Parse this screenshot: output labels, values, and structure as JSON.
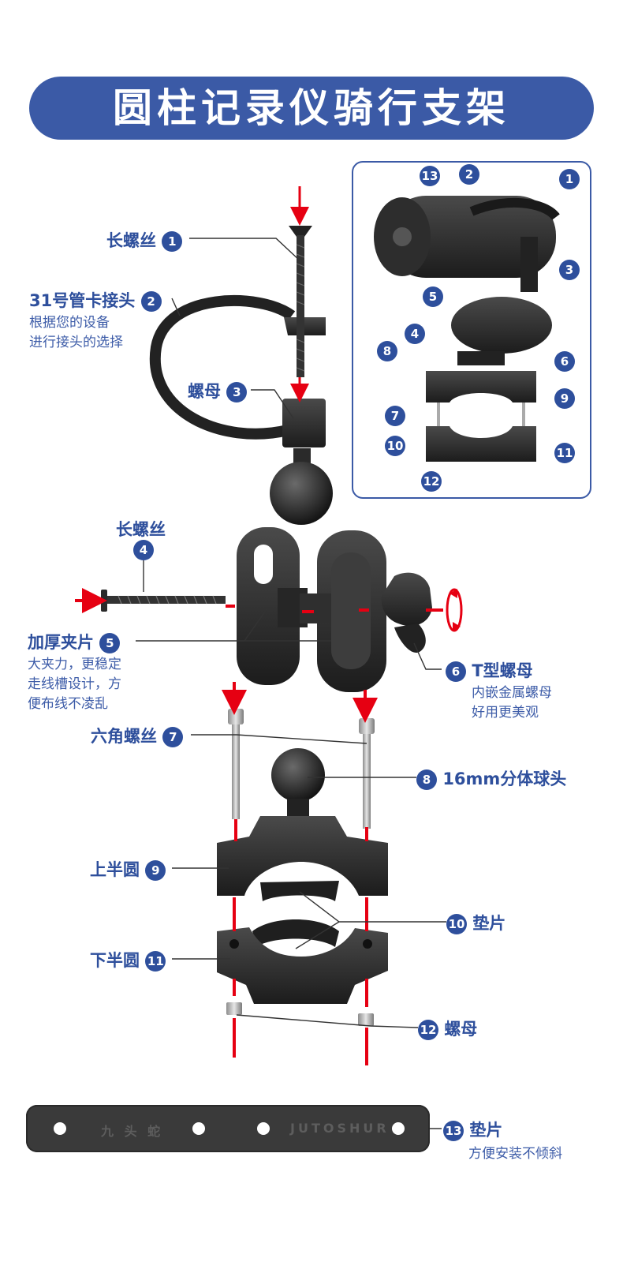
{
  "title": "圆柱记录仪骑行支架",
  "parts": {
    "p1": {
      "num": "1",
      "label": "长螺丝"
    },
    "p2": {
      "num": "2",
      "label": "31号管卡接头",
      "desc1": "根据您的设备",
      "desc2": "进行接头的选择"
    },
    "p3": {
      "num": "3",
      "label": "螺母"
    },
    "p4": {
      "num": "4",
      "label": "长螺丝"
    },
    "p5": {
      "num": "5",
      "label": "加厚夹片",
      "desc1": "大夹力，更稳定",
      "desc2": "走线槽设计，方",
      "desc3": "便布线不凌乱"
    },
    "p6": {
      "num": "6",
      "label": "T型螺母",
      "desc1": "内嵌金属螺母",
      "desc2": "好用更美观"
    },
    "p7": {
      "num": "7",
      "label": "六角螺丝"
    },
    "p8": {
      "num": "8",
      "label": "16mm分体球头"
    },
    "p9": {
      "num": "9",
      "label": "上半圆"
    },
    "p10": {
      "num": "10",
      "label": "垫片"
    },
    "p11": {
      "num": "11",
      "label": "下半圆"
    },
    "p12": {
      "num": "12",
      "label": "螺母"
    },
    "p13": {
      "num": "13",
      "label": "垫片",
      "desc1": "方便安装不倾斜"
    }
  },
  "inset_badges": [
    "13",
    "2",
    "1",
    "3",
    "5",
    "4",
    "8",
    "6",
    "9",
    "7",
    "10",
    "11",
    "12"
  ],
  "pad_text": {
    "cn": "九 头 蛇",
    "en": "JUTOSHUR"
  },
  "colors": {
    "brand": "#3b5aa6",
    "label": "#2e4f9c",
    "arrow": "#e60012",
    "part": "#2a2a2a"
  }
}
